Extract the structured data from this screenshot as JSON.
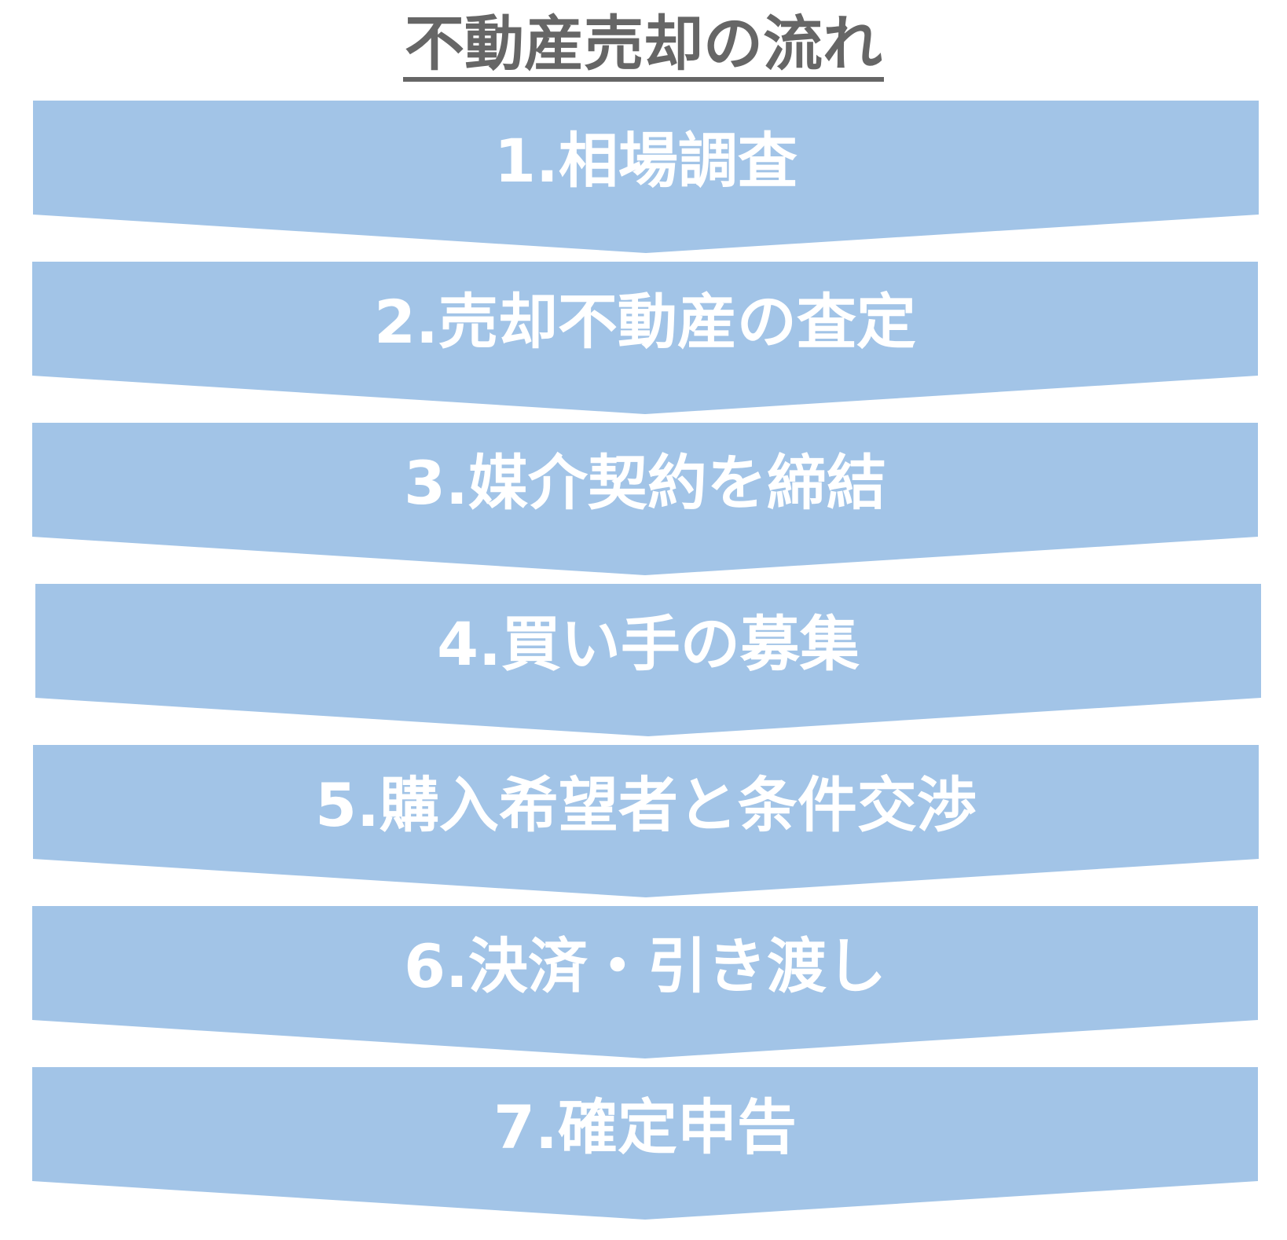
{
  "title": "不動産売却の流れ",
  "colors": {
    "step_fill": "#a2c4e7",
    "step_text": "#ffffff",
    "title_text": "#666666"
  },
  "steps": [
    {
      "label": "1.相場調査"
    },
    {
      "label": "2.売却不動産の査定"
    },
    {
      "label": "3.媒介契約を締結"
    },
    {
      "label": "4.買い手の募集"
    },
    {
      "label": "5.購入希望者と条件交渉"
    },
    {
      "label": "6.決済・引き渡し"
    },
    {
      "label": "7.確定申告"
    }
  ]
}
